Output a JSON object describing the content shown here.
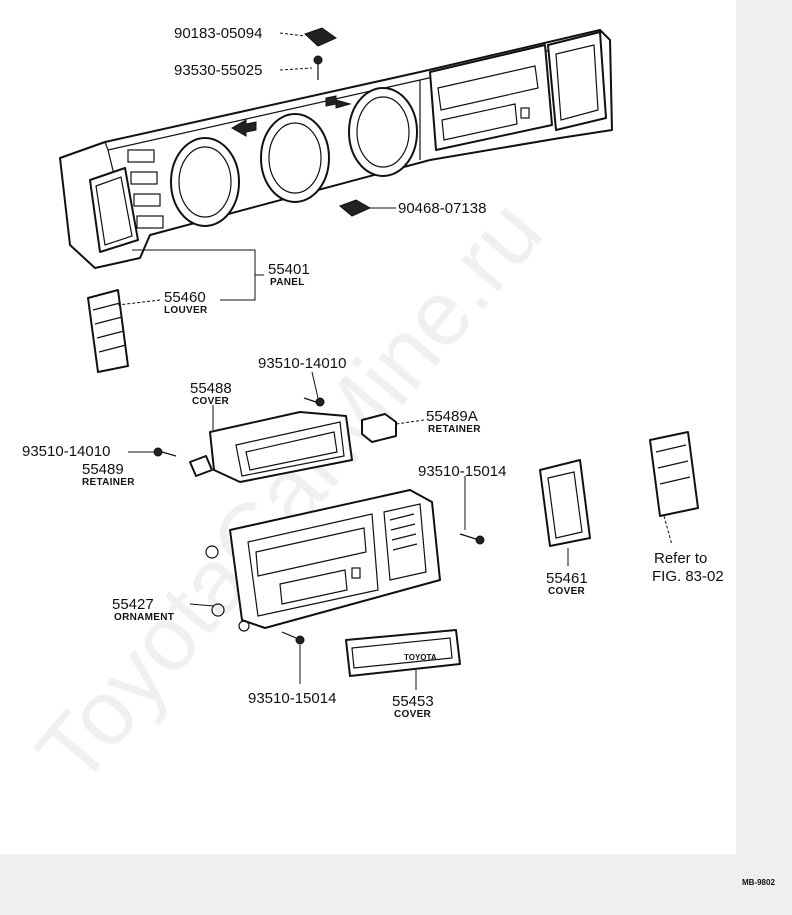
{
  "diagram_code": "MB-9802",
  "watermark": "ToyotaCarMine.ru",
  "labels": {
    "p90183": "90183-05094",
    "p93530": "93530-55025",
    "p90468": "90468-07138",
    "p55401": "55401",
    "p55401_name": "PANEL",
    "p55460": "55460",
    "p55460_name": "LOUVER",
    "p93510a": "93510-14010",
    "p55488": "55488",
    "p55488_name": "COVER",
    "p55489a": "55489A",
    "p55489a_name": "RETAINER",
    "p93510b": "93510-14010",
    "p55489": "55489",
    "p55489_name": "RETAINER",
    "p93510c": "93510-15014",
    "p55461": "55461",
    "p55461_name": "COVER",
    "refer_line1": "Refer to",
    "refer_line2": "FIG. 83-02",
    "p55427": "55427",
    "p55427_name": "ORNAMENT",
    "p93510d": "93510-15014",
    "p55453": "55453",
    "p55453_name": "COVER",
    "brand_mark": "TOYOTA"
  }
}
